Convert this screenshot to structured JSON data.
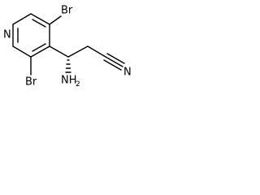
{
  "molecule": {
    "atoms": {
      "pyridine_n": "N",
      "bromine_top": "Br",
      "bromine_bottom": "Br",
      "amine_n": "NH",
      "amine_h_subscript": "2",
      "nitrile_n": "N"
    }
  }
}
